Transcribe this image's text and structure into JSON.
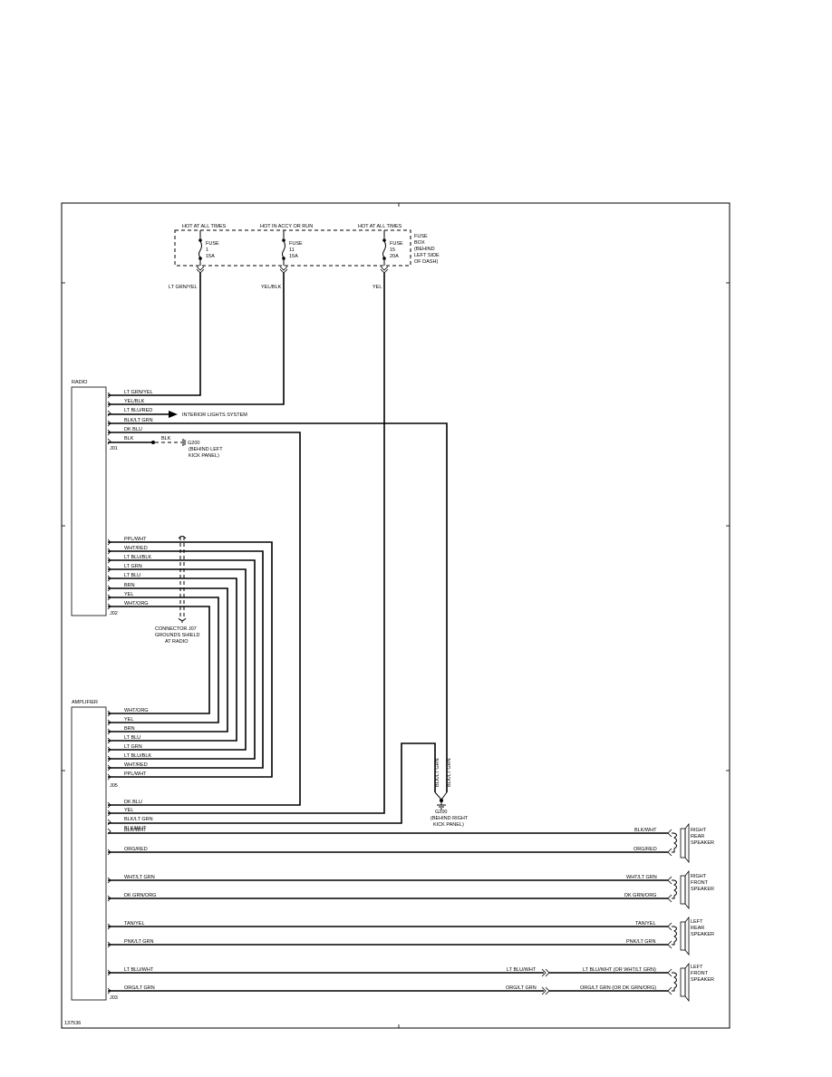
{
  "fuse_box": {
    "hot_labels": [
      "HOT AT ALL TIMES",
      "HOT IN ACCY OR RUN",
      "HOT AT ALL TIMES"
    ],
    "fuses": [
      {
        "name": "FUSE",
        "number": "1",
        "rating": "15A"
      },
      {
        "name": "FUSE",
        "number": "11",
        "rating": "15A"
      },
      {
        "name": "FUSE",
        "number": "15",
        "rating": "20A"
      }
    ],
    "caption_lines": [
      "FUSE",
      "BOX",
      "(BEHIND",
      "LEFT SIDE",
      "OF DASH)"
    ]
  },
  "feed_wires": [
    "LT GRN/YEL",
    "YEL/BLK",
    "YEL"
  ],
  "radio": {
    "title": "RADIO",
    "connector_top": "J01",
    "connector_bottom": "J02",
    "top_pins": [
      "LT GRN/YEL",
      "YEL/BLK",
      "LT BLU/RED",
      "BLK/LT GRN",
      "DK BLU",
      "BLK"
    ],
    "bottom_pins": [
      "PPL/WHT",
      "WHT/RED",
      "LT BLU/BLK",
      "LT GRN",
      "LT BLU",
      "BRN",
      "YEL",
      "WHT/ORG"
    ]
  },
  "interior_lights": "INTERIOR LIGHTS SYSTEM",
  "ground_left": {
    "wire": "BLK",
    "id": "G200",
    "lines": [
      "(BEHIND LEFT",
      "KICK PANEL)"
    ]
  },
  "shield_note": [
    "CONNECTOR J07",
    "GROUNDS SHIELD",
    "AT RADIO"
  ],
  "amplifier": {
    "title": "AMPLIFIER",
    "connector_mid": "J05",
    "connector_bottom": "J03",
    "signal_pins": [
      "WHT/ORG",
      "YEL",
      "BRN",
      "LT BLU",
      "LT GRN",
      "LT BLU/BLK",
      "WHT/RED",
      "PPL/WHT"
    ],
    "power_pins": [
      "DK BLU",
      "YEL",
      "BLK/LT GRN",
      "BLK/WHT"
    ]
  },
  "ground_right": {
    "wires": [
      "BLK/LT GRN",
      "BLK/LT GRN"
    ],
    "id": "G200",
    "lines": [
      "(BEHIND RIGHT",
      "KICK PANEL)"
    ]
  },
  "speakers": [
    {
      "label_lines": [
        "RIGHT",
        "REAR",
        "SPEAKER"
      ],
      "wire_a": "BLK/WHT",
      "wire_b": "ORG/RED",
      "end_a": "BLK/WHT",
      "end_b": "ORG/RED"
    },
    {
      "label_lines": [
        "RIGHT",
        "FRONT",
        "SPEAKER"
      ],
      "wire_a": "WHT/LT GRN",
      "wire_b": "DK GRN/ORG",
      "end_a": "WHT/LT GRN",
      "end_b": "DK GRN/ORG"
    },
    {
      "label_lines": [
        "LEFT",
        "REAR",
        "SPEAKER"
      ],
      "wire_a": "TAN/YEL",
      "wire_b": "PNK/LT GRN",
      "end_a": "TAN/YEL",
      "end_b": "PNK/LT GRN"
    },
    {
      "label_lines": [
        "LEFT",
        "FRONT",
        "SPEAKER"
      ],
      "wire_a": "LT BLU/WHT",
      "wire_b": "ORG/LT GRN",
      "mid_a": "LT BLU/WHT",
      "mid_b": "ORG/LT GRN",
      "end_a": "LT BLU/WHT (OR WHT/LT GRN)",
      "end_b": "ORG/LT GRN (OR DK GRN/ORG)"
    }
  ],
  "figure_id": "137536"
}
